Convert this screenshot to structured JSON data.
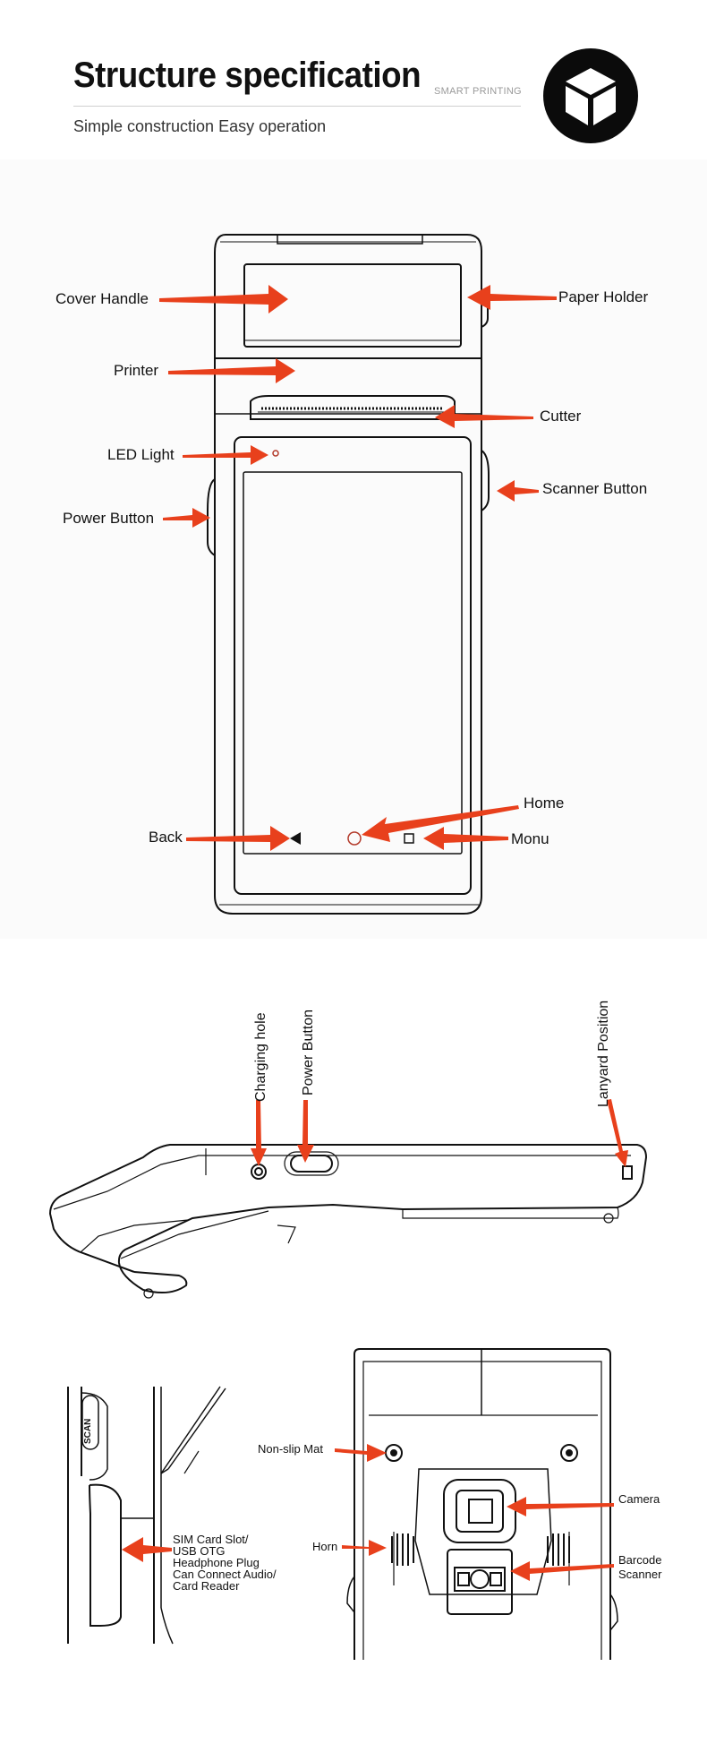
{
  "header": {
    "title": "Structure specification",
    "tag": "SMART PRINTING",
    "subtitle": "Simple construction Easy operation",
    "badge_icon": "cube-icon"
  },
  "front_view": {
    "labels": {
      "cover_handle": "Cover Handle",
      "paper_holder": "Paper Holder",
      "printer": "Printer",
      "cutter": "Cutter",
      "led_light": "LED Light",
      "scanner_button": "Scanner Button",
      "power_button": "Power Button",
      "home": "Home",
      "back": "Back",
      "monu": "Monu"
    }
  },
  "side_view": {
    "labels": {
      "charging_hole": "Charging hole",
      "power_button": "Power Button",
      "lanyard_position": "Lanyard Position"
    }
  },
  "slot_view": {
    "scan_key": "SCAN",
    "lines": [
      "SIM Card Slot/",
      "USB OTG",
      "Headphone Plug",
      "Can Connect Audio/",
      "Card Reader"
    ]
  },
  "back_view": {
    "labels": {
      "non_slip_mat": "Non-slip Mat",
      "camera": "Camera",
      "horn": "Horn",
      "barcode": "Barcode",
      "scanner": "Scanner"
    }
  },
  "colors": {
    "arrow": "#e8401c",
    "ink": "#111111",
    "badge": "#0b0b0b",
    "led": "#b33a2a"
  }
}
